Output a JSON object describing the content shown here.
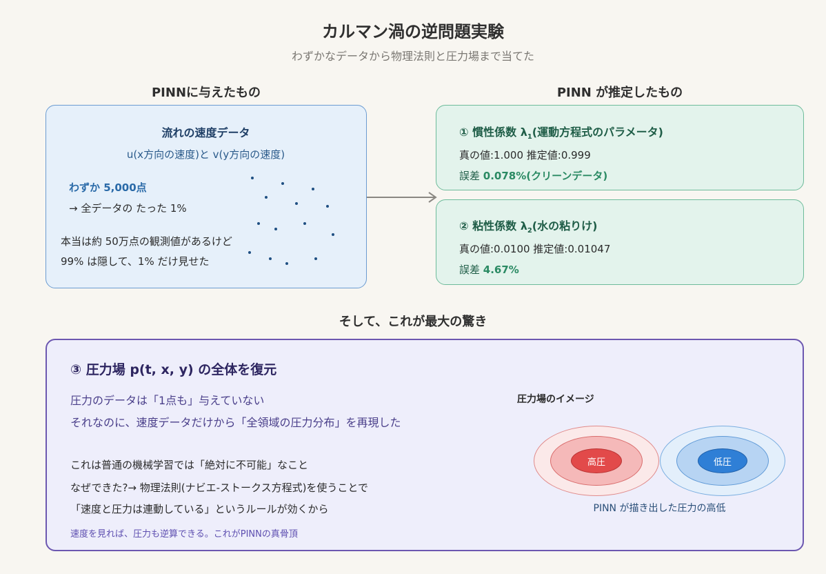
{
  "header": {
    "title": "カルマン渦の逆問題実験",
    "subtitle": "わずかなデータから物理法則と圧力場まで当てた"
  },
  "left_column": {
    "heading": "PINNに与えたもの",
    "box_title": "流れの速度データ",
    "box_subtitle": "u(x方向の速度)と v(y方向の速度)",
    "line1": "わずか 5,000点",
    "line2": "→ 全データの たった 1%",
    "line3": "本当は約 50万点の観測値があるけど",
    "line4": "99% は隠して、1% だけ見せた"
  },
  "right_column": {
    "heading": "PINN が推定したもの",
    "card1": {
      "title_prefix": "① 慣性係数 λ",
      "title_sub": "1",
      "title_suffix": "(運動方程式のパラメータ)",
      "values": "真の値:1.000 推定値:0.999",
      "error_label": "誤差",
      "error_value": "0.078%",
      "error_note": "(クリーンデータ)"
    },
    "card2": {
      "title_prefix": "② 粘性係数 λ",
      "title_sub": "2",
      "title_suffix": "(水の粘りけ)",
      "values": "真の値:0.0100 推定値:0.01047",
      "error_label": "誤差",
      "error_value": "4.67%"
    }
  },
  "middle": {
    "caption": "そして、これが最大の驚き"
  },
  "bottom": {
    "title": "③ 圧力場 p(t, x, y) の全体を復元",
    "line1": "圧力のデータは「1点も」与えていない",
    "line2": "それなのに、速度データだけから「全領域の圧力分布」を再現した",
    "line3": "これは普通の機械学習では「絶対に不可能」なこと",
    "line4": "なぜできた?→ 物理法則(ナビエ-ストークス方程式)を使うことで",
    "line5": "「速度と圧力は連動している」というルールが効くから",
    "note": "速度を見れば、圧力も逆算できる。これがPINNの真骨頂",
    "image_heading": "圧力場のイメージ",
    "high_label": "高圧",
    "low_label": "低圧",
    "image_caption": "PINN が描き出した圧力の高低"
  },
  "colors": {
    "blue_accent": "#2a6aa8",
    "green_accent": "#2a8a63",
    "purple_border": "#6c57b0",
    "high_pressure": "#e24a4a",
    "low_pressure": "#2f7fd6"
  }
}
